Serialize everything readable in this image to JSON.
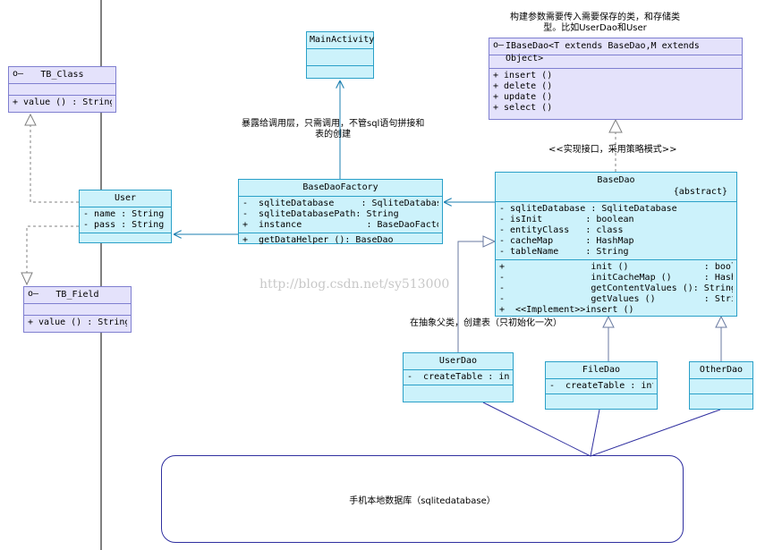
{
  "classes": {
    "tb_class": {
      "name": "TB_Class",
      "methods": [
        "+ value () : String"
      ]
    },
    "tb_field": {
      "name": "TB_Field",
      "methods": [
        "+ value () : String"
      ]
    },
    "user": {
      "name": "User",
      "attributes": [
        "- name : String",
        "- pass : String"
      ]
    },
    "main_activity": {
      "name": "MainActivity"
    },
    "base_dao_factory": {
      "name": "BaseDaoFactory",
      "attributes": [
        "-  sqliteDatabase     : SqliteDatabase",
        "-  sqliteDatabasePath: String",
        "+  instance            : BaseDaoFactory"
      ],
      "methods": [
        "+  getDataHelper (): BaseDao"
      ]
    },
    "ibase_dao": {
      "name": "IBaseDao<T extends BaseDao,M extends Object>",
      "methods": [
        "+ insert ()",
        "+ delete ()",
        "+ update ()",
        "+ select ()"
      ]
    },
    "base_dao": {
      "name": "BaseDao",
      "stereotype": "{abstract}",
      "attributes": [
        "- sqliteDatabase : SqliteDatabase",
        "- isInit        : boolean",
        "- entityClass   : class",
        "- cacheMap      : HashMap",
        "- tableName     : String"
      ],
      "methods": [
        "+                init ()              : boolean",
        "-                initCacheMap ()      : HashMap",
        "-                getContentValues (): String",
        "-                getValues ()         : String",
        "+  <<Implement>>insert ()"
      ]
    },
    "user_dao": {
      "name": "UserDao",
      "attributes": [
        "-  createTable : int"
      ]
    },
    "file_dao": {
      "name": "FileDao",
      "attributes": [
        "-  createTable : int"
      ]
    },
    "other_dao": {
      "name": "OtherDao"
    }
  },
  "notes": {
    "ibase_note": "构建参数需要传入需要保存的类，和存储类\n型。比如UserDao和User",
    "factory_note": "暴露给调用层，只需调用，不管sql语句拼接和\n表的创建",
    "interface_note": "<<实现接口，采用策略模式>>",
    "abstract_note": "在抽象父类，创建表（只初始化一次）"
  },
  "database": {
    "label": "手机本地数据库（sqlitedatabase）"
  },
  "watermark": "http://blog.csdn.net/sy513000",
  "colors": {
    "class_fill": "#ccf2fb",
    "class_border": "#2aa0c8",
    "violet_fill": "#e4e2fb",
    "violet_border": "#7f7fd0"
  }
}
